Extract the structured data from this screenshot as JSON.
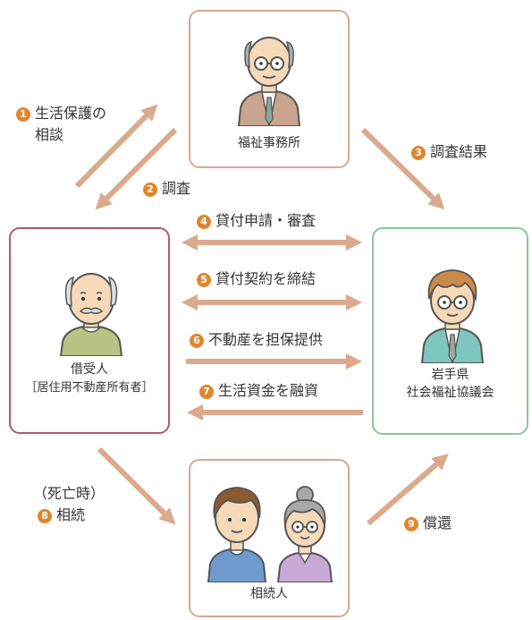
{
  "nodes": {
    "office": {
      "label": "福祉事務所"
    },
    "borrower": {
      "label": "借受人",
      "sublabel": "［居住用不動産所有者］"
    },
    "council": {
      "label_line1": "岩手県",
      "label_line2": "社会福祉協議会"
    },
    "heirs": {
      "label": "相続人"
    }
  },
  "steps": [
    {
      "num": "1",
      "line1": "生活保護の",
      "line2": "相談"
    },
    {
      "num": "2",
      "text": "調査"
    },
    {
      "num": "3",
      "text": "調査結果"
    },
    {
      "num": "4",
      "text": "貸付申請・審査"
    },
    {
      "num": "5",
      "text": "貸付契約を締結"
    },
    {
      "num": "6",
      "text": "不動産を担保提供"
    },
    {
      "num": "7",
      "text": "生活資金を融資"
    },
    {
      "num": "8",
      "prefix": "（死亡時）",
      "text": "相続"
    },
    {
      "num": "9",
      "text": "償還"
    }
  ],
  "colors": {
    "arrow": "#dba98b",
    "badge": "#e0862e",
    "office_border": "#d9a88e",
    "borrower_border": "#b5566c",
    "council_border": "#8bc79a"
  }
}
